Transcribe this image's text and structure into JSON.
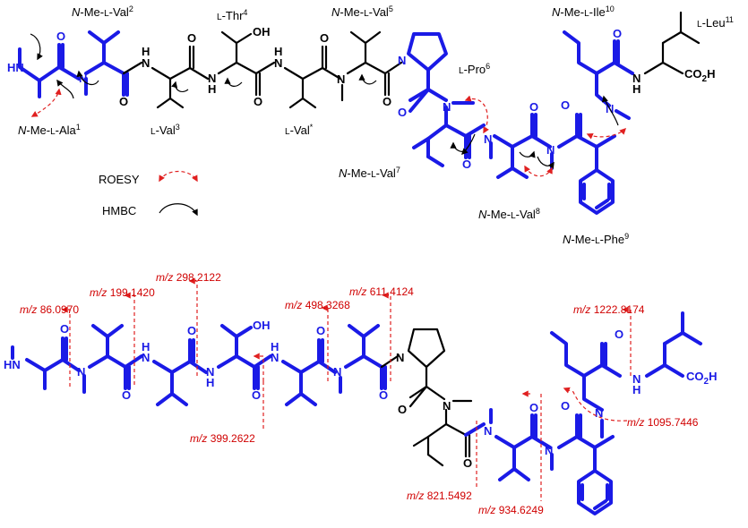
{
  "residue_labels": {
    "ala1": {
      "pre": "N",
      "mid": "-Me-",
      "sc": "L",
      "post": "-Ala",
      "sup": "1"
    },
    "val2": {
      "pre": "N",
      "mid": "-Me-",
      "sc": "L",
      "post": "-Val",
      "sup": "2"
    },
    "val3": {
      "pre": "",
      "mid": "",
      "sc": "L",
      "post": "-Val",
      "sup": "3"
    },
    "thr4": {
      "pre": "",
      "mid": "",
      "sc": "L",
      "post": "-Thr",
      "sup": "4"
    },
    "valx": {
      "pre": "",
      "mid": "",
      "sc": "L",
      "post": "-Val",
      "sup": "*"
    },
    "val5": {
      "pre": "N",
      "mid": "-Me-",
      "sc": "L",
      "post": "-Val",
      "sup": "5"
    },
    "pro6": {
      "pre": "",
      "mid": "",
      "sc": "L",
      "post": "-Pro",
      "sup": "6"
    },
    "val7": {
      "pre": "N",
      "mid": "-Me-",
      "sc": "L",
      "post": "-Val",
      "sup": "7"
    },
    "val8": {
      "pre": "N",
      "mid": "-Me-",
      "sc": "L",
      "post": "-Val",
      "sup": "8"
    },
    "phe9": {
      "pre": "N",
      "mid": "-Me-",
      "sc": "L",
      "post": "-Phe",
      "sup": "9"
    },
    "ile10": {
      "pre": "N",
      "mid": "-Me-",
      "sc": "L",
      "post": "-Ile",
      "sup": "10"
    },
    "leu11": {
      "pre": "",
      "mid": "",
      "sc": "L",
      "post": "-Leu",
      "sup": "11"
    }
  },
  "legend": {
    "roesy": "ROESY",
    "hmbc": "HMBC"
  },
  "atoms": {
    "hn": "HN",
    "n": "N",
    "h": "H",
    "o": "O",
    "oh": "OH",
    "co2h": "CO",
    "co2h_sub": "2",
    "co2h_end": "H"
  },
  "fragments": [
    {
      "prefix": "m/z",
      "value": "86.0970"
    },
    {
      "prefix": "m/z",
      "value": "199.1420"
    },
    {
      "prefix": "m/z",
      "value": "298.2122"
    },
    {
      "prefix": "m/z",
      "value": "399.2622"
    },
    {
      "prefix": "m/z",
      "value": "498.3268"
    },
    {
      "prefix": "m/z",
      "value": "611.4124"
    },
    {
      "prefix": "m/z",
      "value": "821.5492"
    },
    {
      "prefix": "m/z",
      "value": "934.6249"
    },
    {
      "prefix": "m/z",
      "value": "1095.7446"
    },
    {
      "prefix": "m/z",
      "value": "1222.8174"
    }
  ],
  "colors": {
    "highlight": "#1a1ae6",
    "fragment": "#e02020",
    "bond": "#000000"
  }
}
